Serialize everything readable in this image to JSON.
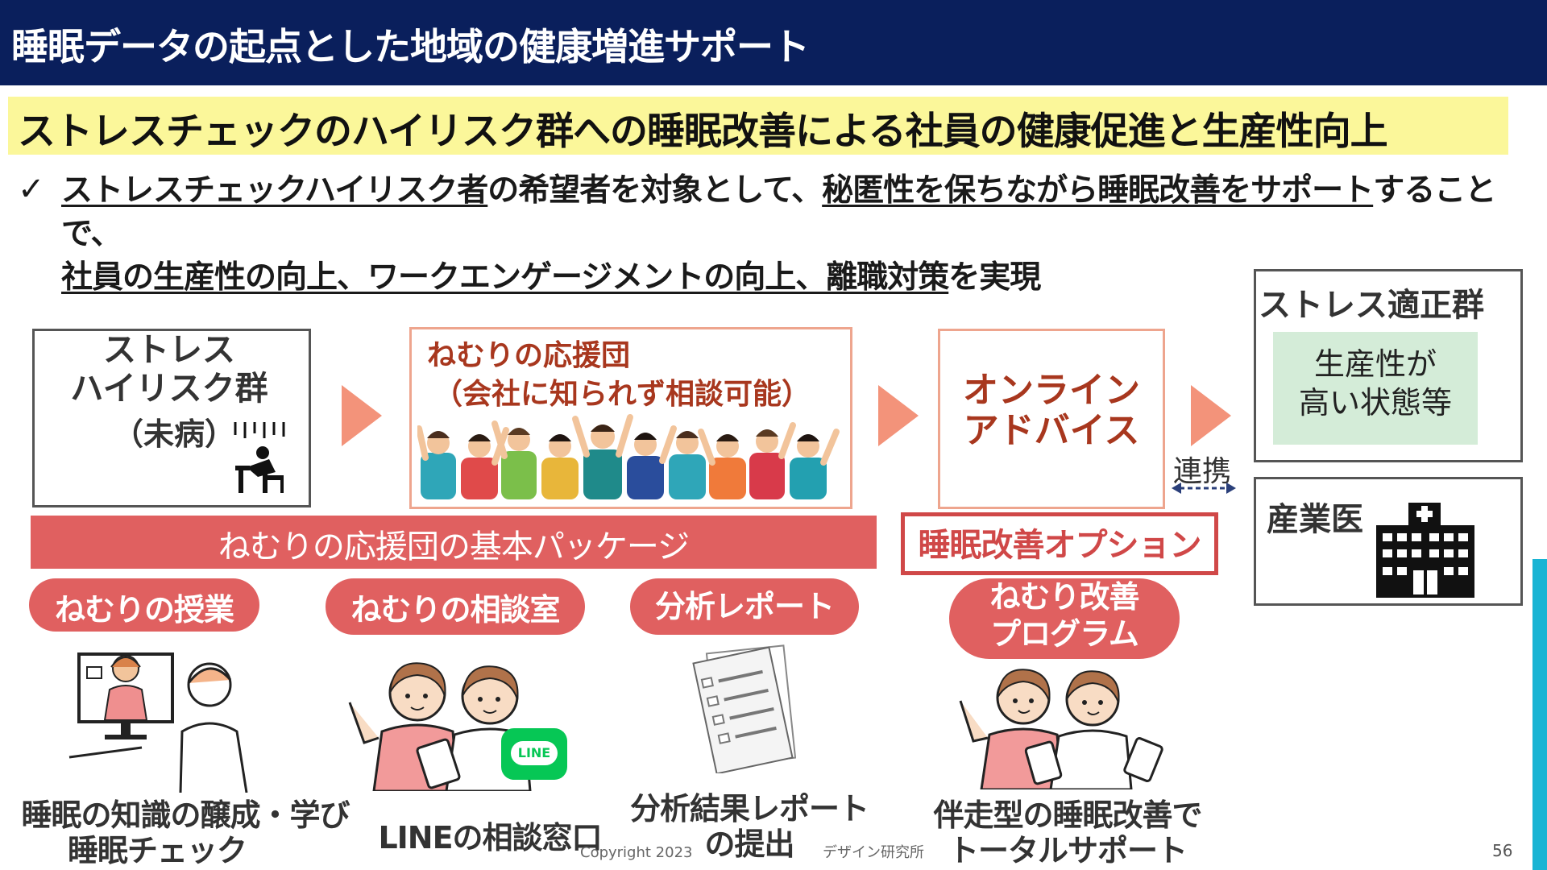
{
  "header": {
    "title": "睡眠データの起点とした地域の健康増進サポート"
  },
  "subtitle": "ストレスチェックのハイリスク群への睡眠改善による社員の健康促進と生産性向上",
  "bullet": {
    "check": "✓",
    "seg1": "ストレスチェックハイリスク者",
    "seg2": "の希望者を対象として、",
    "seg3": "秘匿性を保ちながら睡眠改善をサポート",
    "seg4": "することで、",
    "seg5": "社員の生産性の向上、ワークエンゲージメントの向上、離職対策",
    "seg6": "を実現"
  },
  "flow": {
    "high_risk": {
      "line1": "ストレス",
      "line2": "ハイリスク群",
      "line3": "（未病）"
    },
    "support": {
      "line1": "ねむりの応援団",
      "line2": "（会社に知られず相談可能）"
    },
    "online": {
      "line1": "オンライン",
      "line2": "アドバイス"
    },
    "stress_ok": {
      "title": "ストレス適正群",
      "line1": "生産性が",
      "line2": "高い状態等"
    },
    "doctor": {
      "title": "産業医"
    },
    "renkei": "連携"
  },
  "package_label": "ねむりの応援団の基本パッケージ",
  "option_label": "睡眠改善オプション",
  "pills": {
    "class": "ねむりの授業",
    "consult": "ねむりの相談室",
    "report": "分析レポート",
    "program_l1": "ねむり改善",
    "program_l2": "プログラム"
  },
  "captions": {
    "c1_l1": "睡眠の知識の醸成・学び",
    "c1_l2": "睡眠チェック",
    "c2": "LINEの相談窓口",
    "c3_l1": "分析結果レポート",
    "c3_l2": "の提出",
    "c4_l1": "伴走型の睡眠改善で",
    "c4_l2": "トータルサポート"
  },
  "line_badge": "LINE",
  "footer": {
    "copyright": "Copyright 2023",
    "org": "デザイン研究所",
    "page": "56"
  },
  "colors": {
    "header": "#0a1f5c",
    "highlight": "#fbf79a",
    "accent_red": "#e06060",
    "arrow": "#f3937a",
    "text_dark_red": "#a8371e",
    "green_bg": "#d4ecd8",
    "line_green": "#06c755"
  }
}
